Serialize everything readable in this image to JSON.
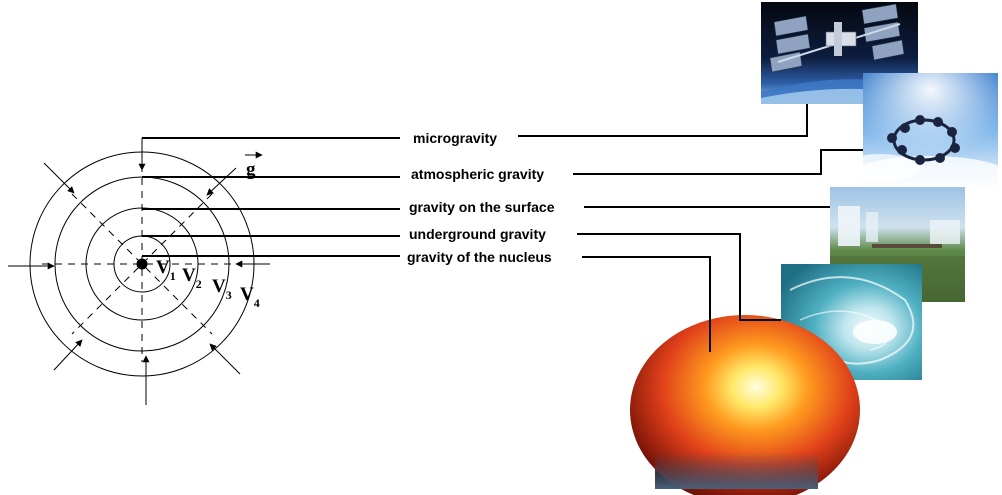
{
  "diagram": {
    "field_symbol": "g",
    "potential_labels": [
      {
        "main": "V",
        "sub": "1"
      },
      {
        "main": "V",
        "sub": "2"
      },
      {
        "main": "V",
        "sub": "3"
      },
      {
        "main": "V",
        "sub": "4"
      }
    ],
    "labels": [
      {
        "text": "microgravity",
        "image": "space-station-photo"
      },
      {
        "text": "atmospheric gravity",
        "image": "skydivers-photo"
      },
      {
        "text": "gravity on the surface",
        "image": "waterfall-photo"
      },
      {
        "text": "underground gravity",
        "image": "water-vortex-photo"
      },
      {
        "text": "gravity of the nucleus",
        "image": "earth-core-photo"
      }
    ]
  },
  "colors": {
    "line": "#000000",
    "sky": "#1b3d7a",
    "water": "#5bb6c4",
    "core": "#e0401a"
  }
}
